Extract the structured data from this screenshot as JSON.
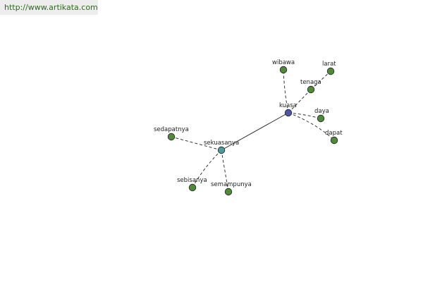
{
  "banner": {
    "url": "http://www.artikata.com"
  },
  "graph": {
    "colors": {
      "center": "#4a56a8",
      "hub": "#4f9a98",
      "leaf": "#4e8a3a",
      "node_stroke": "#222222",
      "solid_edge": "#222222",
      "dashed_edge": "#222222"
    },
    "nodes": [
      {
        "id": "kuasa",
        "label": "kuasa",
        "role": "center"
      },
      {
        "id": "sekuasanya",
        "label": "sekuasanya",
        "role": "hub"
      },
      {
        "id": "wibawa",
        "label": "wibawa",
        "role": "leaf"
      },
      {
        "id": "larat",
        "label": "larat",
        "role": "leaf"
      },
      {
        "id": "tenaga",
        "label": "tenaga",
        "role": "leaf"
      },
      {
        "id": "daya",
        "label": "daya",
        "role": "leaf"
      },
      {
        "id": "dapat",
        "label": "dapat",
        "role": "leaf"
      },
      {
        "id": "sedapatnya",
        "label": "sedapatnya",
        "role": "leaf"
      },
      {
        "id": "sebisanya",
        "label": "sebisanya",
        "role": "leaf"
      },
      {
        "id": "semampunya",
        "label": "semampunya",
        "role": "leaf"
      }
    ],
    "edges": [
      {
        "from": "kuasa",
        "to": "sekuasanya",
        "style": "solid"
      },
      {
        "from": "kuasa",
        "to": "wibawa",
        "style": "dashed"
      },
      {
        "from": "kuasa",
        "to": "tenaga",
        "style": "dashed"
      },
      {
        "from": "tenaga",
        "to": "larat",
        "style": "dashed"
      },
      {
        "from": "kuasa",
        "to": "daya",
        "style": "dashed"
      },
      {
        "from": "kuasa",
        "to": "dapat",
        "style": "dashed"
      },
      {
        "from": "sekuasanya",
        "to": "sedapatnya",
        "style": "dashed"
      },
      {
        "from": "sekuasanya",
        "to": "sebisanya",
        "style": "dashed"
      },
      {
        "from": "sekuasanya",
        "to": "semampunya",
        "style": "dashed"
      }
    ]
  }
}
